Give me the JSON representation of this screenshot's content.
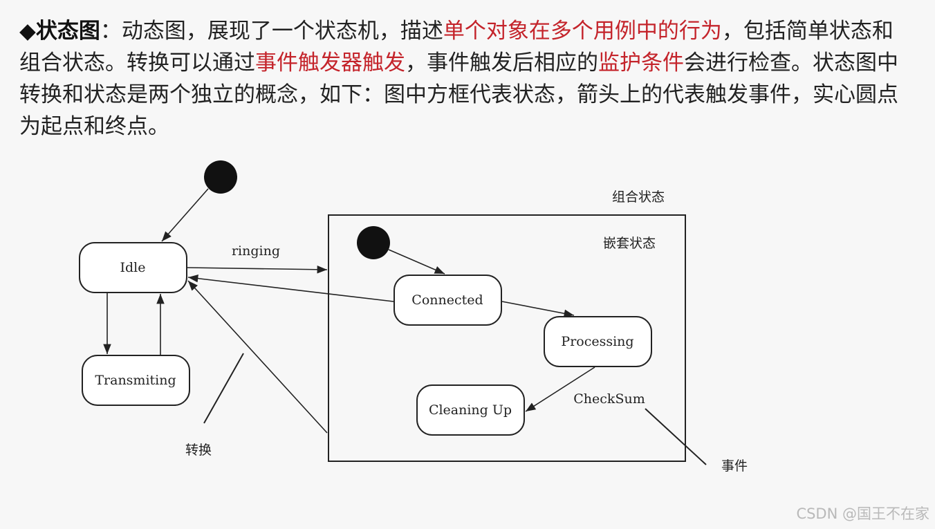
{
  "intro": {
    "bullet": "◆",
    "title": "状态图",
    "t1": "：动态图，展现了一个状态机，描述",
    "r1": "单个对象在多个用例中的行为",
    "t2": "，包括简单状态和组合状态。转换可以通过",
    "r2": "事件触发器触发",
    "t3": "，事件触发后相应的",
    "r3": "监护条件",
    "t4": "会进行检查。状态图中转换和状态是两个独立的概念，如下：图中方框代表状态，箭头上的代表触发事件，实心圆点为起点和终点。"
  },
  "diagram": {
    "states": {
      "idle": "Idle",
      "transmitting": "Transmiting",
      "connected": "Connected",
      "processing": "Processing",
      "cleaning": "Cleaning Up"
    },
    "labels": {
      "composite": "组合状态",
      "nested": "嵌套状态",
      "ringing": "ringing",
      "transition": "转换",
      "checksum": "CheckSum",
      "event": "事件"
    }
  },
  "watermark": "CSDN @国王不在家",
  "colors": {
    "accent_red": "#c4242b",
    "text": "#222222",
    "background": "#f7f7f7"
  }
}
